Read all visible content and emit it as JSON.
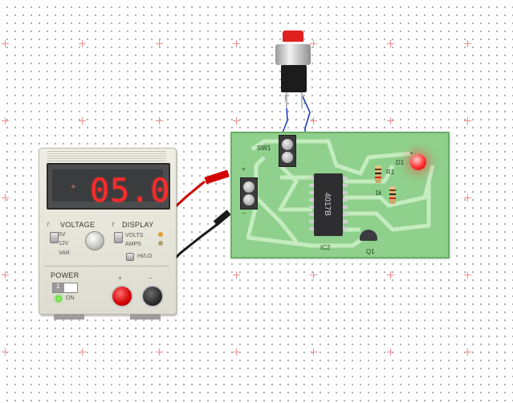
{
  "canvas": {
    "grid": true,
    "grid_marker_color": "#f08c8c"
  },
  "power_supply": {
    "readout": "05.0",
    "display_sign": "+",
    "voltage_label": "VOLTAGE",
    "voltage_options": [
      "5V",
      "12V",
      "VAR"
    ],
    "display_label": "DISPLAY",
    "display_options": [
      "VOLTS",
      "AMPS"
    ],
    "hilo_label": "HI/LO",
    "power_label": "POWER",
    "power_switch_state": "1",
    "on_label": "ON",
    "terminal_pos_label": "+",
    "terminal_neg_label": "−",
    "readout_color": "#ff2a2a"
  },
  "pcb": {
    "sw_label": "SW1",
    "ic_label": "IC2",
    "ic_text": "4017B",
    "led_label": "D1",
    "led_polarity": "+",
    "resistor_label": "R1",
    "resistor_value": "1k",
    "transistor_label": "Q1",
    "power_plus": "+",
    "power_minus": "−",
    "board_color": "#8fd08c",
    "led_color": "#ff3030"
  },
  "wires": {
    "probe_red": "#d40000",
    "probe_black": "#1a1a1a",
    "switch_wire": "#1f3fc8"
  },
  "icons": [
    "push-button-icon",
    "terminal-block-icon",
    "led-icon",
    "resistor-icon",
    "transistor-icon",
    "ic-chip-icon",
    "knob-icon",
    "toggle-switch-icon"
  ]
}
